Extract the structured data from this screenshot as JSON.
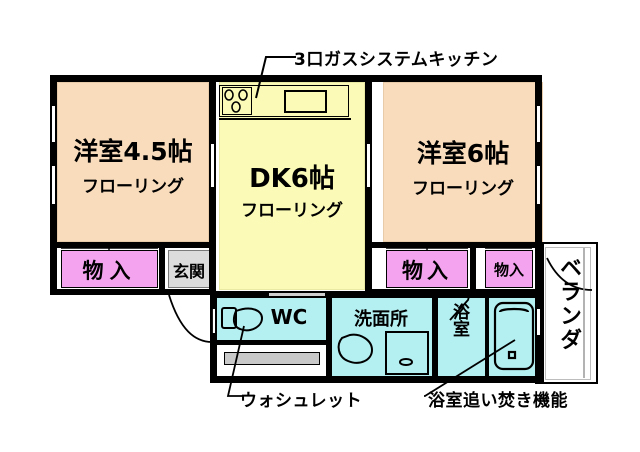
{
  "document": {
    "type": "floor-plan",
    "title": "2DK apartment floor plan",
    "background_color": "#ffffff"
  },
  "colors": {
    "wall": "#000000",
    "washitsu_flooring": "#F9DCBB",
    "dk": "#FBFBB7",
    "closet": "#F4A4EF",
    "water_area": "#B4EFF1",
    "entrance": "#DCDCDC",
    "veranda": "#FFFFFF",
    "outline": "#000000"
  },
  "rooms": [
    {
      "id": "washitsu-45",
      "name": "洋室4.5帖",
      "sub": "フローリング",
      "fill": "#F9DCBB"
    },
    {
      "id": "dk6",
      "name": "DK6帖",
      "sub": "フローリング",
      "fill": "#FBFBB7"
    },
    {
      "id": "washitsu-6",
      "name": "洋室6帖",
      "sub": "フローリング",
      "fill": "#F9DCBB"
    },
    {
      "id": "closet-left",
      "name": "物入",
      "fill": "#F4A4EF"
    },
    {
      "id": "entrance",
      "name": "玄関",
      "fill": "#DCDCDC"
    },
    {
      "id": "closet-right-large",
      "name": "物入",
      "fill": "#F4A4EF"
    },
    {
      "id": "closet-right-small",
      "name": "物入",
      "fill": "#F4A4EF"
    },
    {
      "id": "veranda",
      "name": "ベランダ",
      "fill": "#FFFFFF"
    },
    {
      "id": "wc",
      "name": "WC",
      "fill": "#B4EFF1"
    },
    {
      "id": "washroom",
      "name": "洗面所",
      "fill": "#B4EFF1"
    },
    {
      "id": "bathroom",
      "name": "浴室",
      "fill": "#B4EFF1"
    }
  ],
  "labels": {
    "washitsu_45_main": "洋室4.5帖",
    "washitsu_45_sub": "フローリング",
    "dk_main": "DK6帖",
    "dk_sub": "フローリング",
    "washitsu_6_main": "洋室6帖",
    "washitsu_6_sub": "フローリング",
    "closet_left": "物入",
    "entrance": "玄関",
    "closet_right_large": "物入",
    "closet_right_small": "物入",
    "veranda": "ベランダ",
    "wc": "WC",
    "washroom": "洗面所",
    "bathroom": "浴室"
  },
  "callouts": [
    {
      "id": "kitchen-callout",
      "text": "3口ガスシステムキッチン",
      "points_to": "kitchen-counter"
    },
    {
      "id": "washlet-callout",
      "text": "ウォシュレット",
      "points_to": "toilet-fixture"
    },
    {
      "id": "bath-reheat-callout",
      "text": "浴室追い焚き機能",
      "points_to": "bathtub-fixture"
    }
  ],
  "fixtures": [
    {
      "id": "gas-stove",
      "name": "3-burner gas stove"
    },
    {
      "id": "kitchen-sink",
      "name": "kitchen sink"
    },
    {
      "id": "toilet-fixture",
      "name": "toilet with washlet"
    },
    {
      "id": "washing-machine-pan",
      "name": "washing machine space"
    },
    {
      "id": "vanity-sink",
      "name": "vanity sink"
    },
    {
      "id": "bathtub-fixture",
      "name": "bathtub with reheat"
    }
  ]
}
